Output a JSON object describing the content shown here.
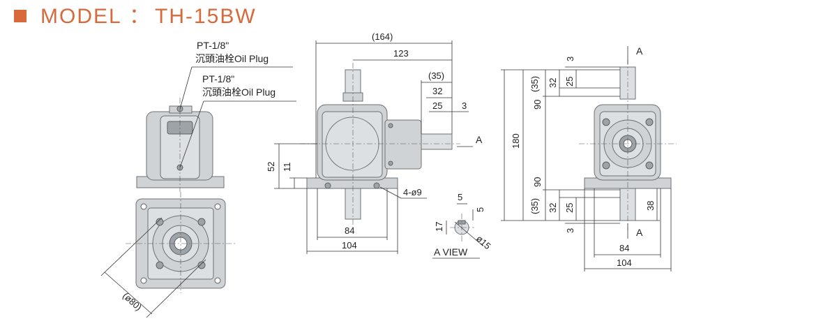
{
  "title": {
    "model_label": "MODEL",
    "separator": "：",
    "model_code": "TH-15BW",
    "accent_color": "#d8693a"
  },
  "oil_plug_top": {
    "spec": "PT-1/8\"",
    "name": "沉頭油栓Oil Plug"
  },
  "oil_plug_bottom": {
    "spec": "PT-1/8\"",
    "name": "沉頭油栓Oil Plug"
  },
  "front_view_dims": {
    "overall": "(164)",
    "to_shaft_end": "123",
    "shaft_len": "(35)",
    "shaft_32": "32",
    "shaft_25": "25",
    "shaft_3": "3",
    "height_52": "52",
    "height_11": "11",
    "base_84": "84",
    "base_104": "104",
    "holes": "4-ø9",
    "arrow_a": "A"
  },
  "bottom_view_dims": {
    "pcd": "(ø80)"
  },
  "a_view": {
    "label": "A VIEW",
    "dim_5a": "5",
    "dim_5b": "5",
    "dim_17": "17",
    "dim_15": "ø15"
  },
  "side_view_dims": {
    "arrow_top": "A",
    "arrow_bottom": "A",
    "top_3": "3",
    "top_25": "25",
    "top_32": "32",
    "top_35": "(35)",
    "upper_90": "90",
    "total_180": "180",
    "lower_90": "90",
    "bot_35": "(35)",
    "bot_32": "32",
    "bot_25": "25",
    "bot_3": "3",
    "bot_38": "38",
    "base_84": "84",
    "base_104": "104"
  }
}
